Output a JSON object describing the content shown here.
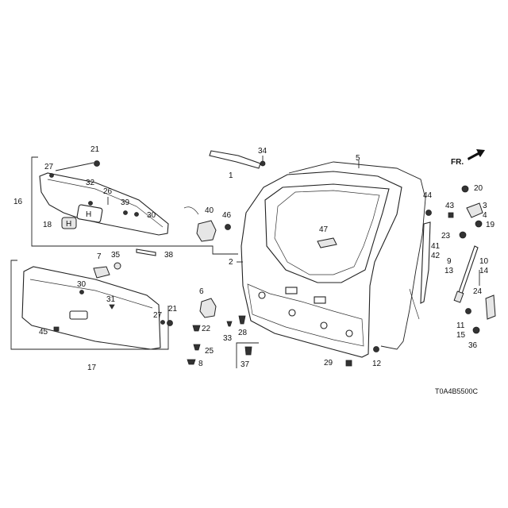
{
  "diagram": {
    "code": "T0A4B5500C",
    "direction": "FR.",
    "callouts": {
      "c1": "1",
      "c2": "2",
      "c3": "3",
      "c4": "4",
      "c5": "5",
      "c6": "6",
      "c7": "7",
      "c8": "8",
      "c9": "9",
      "c10": "10",
      "c11": "11",
      "c12": "12",
      "c13": "13",
      "c14": "14",
      "c15": "15",
      "c16": "16",
      "c17": "17",
      "c18": "18",
      "c19": "19",
      "c20": "20",
      "c21a": "21",
      "c21b": "21",
      "c22": "22",
      "c23": "23",
      "c24": "24",
      "c25": "25",
      "c26": "26",
      "c27a": "27",
      "c27b": "27",
      "c28": "28",
      "c29": "29",
      "c30a": "30",
      "c30b": "30",
      "c31": "31",
      "c32": "32",
      "c33": "33",
      "c34": "34",
      "c35": "35",
      "c36": "36",
      "c37": "37",
      "c38": "38",
      "c39": "39",
      "c40": "40",
      "c41": "41",
      "c42": "42",
      "c43": "43",
      "c44": "44",
      "c45": "45",
      "c46": "46",
      "c47": "47"
    }
  }
}
